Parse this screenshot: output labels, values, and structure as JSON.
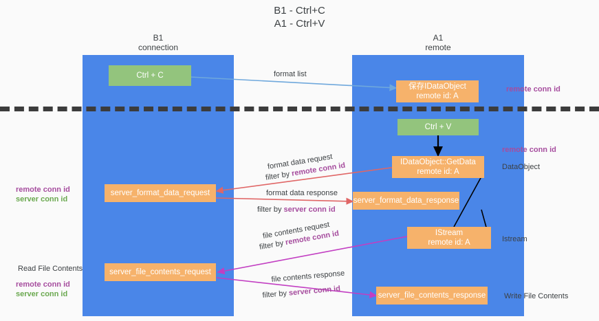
{
  "title": "B1 - Ctrl+C\nA1 - Ctrl+V",
  "columns": [
    {
      "name": "B1",
      "sub": "connection",
      "header": "B1\nconnection"
    },
    {
      "name": "A1",
      "sub": "remote",
      "header": "A1\nremote"
    }
  ],
  "boxes": {
    "ctrl_c": {
      "line1": "Ctrl + C",
      "color": "#93c47d"
    },
    "ctrl_v": {
      "line1": "Ctrl + V",
      "color": "#93c47d"
    },
    "save_dataobject": {
      "line1": "保存IDataObject",
      "line2": "remote id: A",
      "color": "#f6b26b"
    },
    "getdata": {
      "line1": "IDataObject::GetData",
      "line2": "remote id: A",
      "color": "#f6b26b"
    },
    "istream": {
      "line1": "IStream",
      "line2": "remote id: A",
      "color": "#f6b26b"
    },
    "server_format_data_request": {
      "line1": "server_format_data_request",
      "color": "#f6b26b"
    },
    "server_format_data_response": {
      "line1": "server_format_data_response",
      "color": "#f6b26b"
    },
    "server_file_contents_request": {
      "line1": "server_file_contents_request",
      "color": "#f6b26b"
    },
    "server_file_contents_response": {
      "line1": "server_file_contents_response",
      "color": "#f6b26b"
    }
  },
  "edge_labels": {
    "format_list": "format list",
    "format_data_request": "format data request",
    "filter_by_1_prefix": "filter by ",
    "filter_by_1_key": "remote conn id",
    "format_data_response": "format data response",
    "filter_by_2_prefix": "filter by ",
    "filter_by_2_key": "server conn id",
    "file_contents_request": "file contents request",
    "filter_by_3_prefix": "filter by ",
    "filter_by_3_key": "remote conn id",
    "file_contents_response": "file contents response",
    "filter_by_4_prefix": "filter by ",
    "filter_by_4_key": "server conn id"
  },
  "side_labels": {
    "right_remote_conn_id_top": "remote conn id",
    "right_remote_conn_id_mid": "remote conn id",
    "right_dataobject": "DataObject",
    "right_istream": "Istream",
    "right_write_file_contents": "Write File Contents",
    "left_remote_conn_id": "remote conn id",
    "left_server_conn_id": "server conn id",
    "left_read_file_contents": "Read File Contents",
    "left_remote_conn_id_2": "remote conn id",
    "left_server_conn_id_2": "server conn id"
  },
  "colors": {
    "lane": "#4a86e8",
    "green_box": "#93c47d",
    "orange_box": "#f6b26b",
    "key_purple": "#a64d9e",
    "key_green": "#6aa84f",
    "arrow_blue": "#6fa8dc",
    "arrow_red": "#e06666",
    "arrow_magenta": "#c23ec2",
    "arrow_black": "#000000",
    "separator": "#3c3c3c",
    "background": "#fafafa"
  }
}
